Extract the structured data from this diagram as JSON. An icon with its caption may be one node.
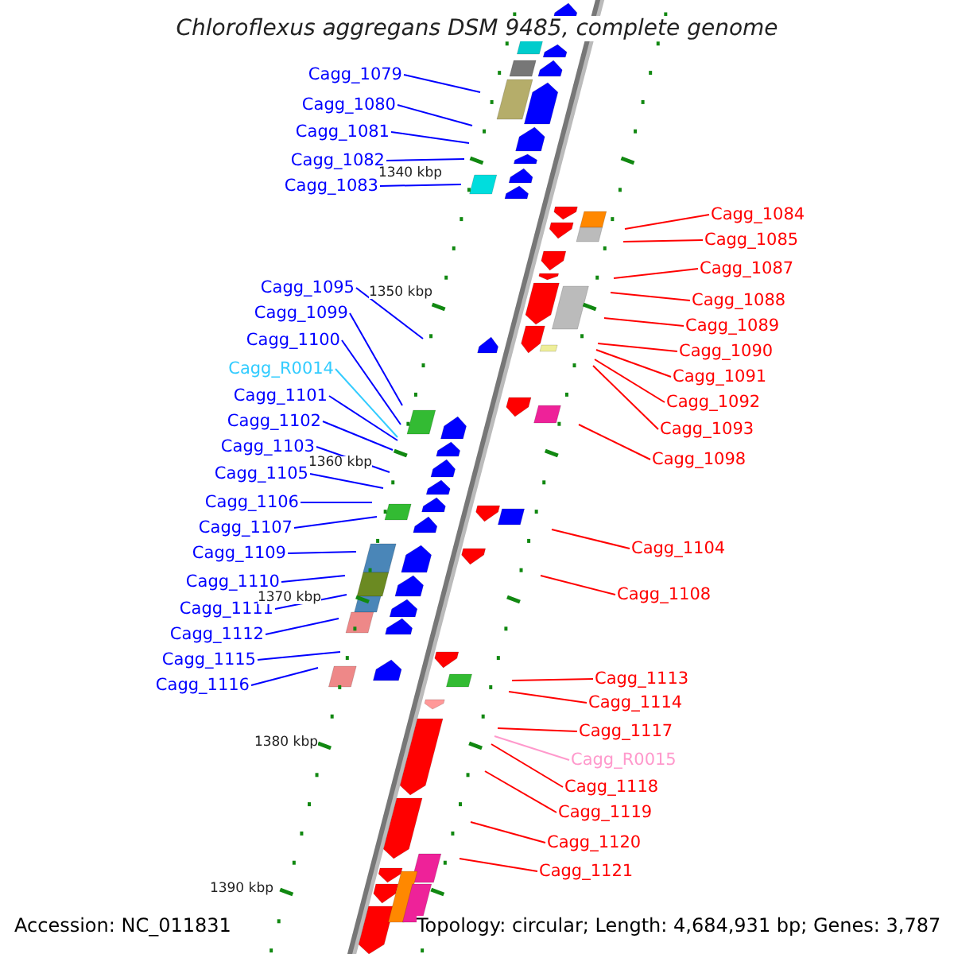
{
  "diagram": {
    "title": "Chloroflexus aggregans DSM 9485, complete genome",
    "nodes": [
      {
        "text": [
          "Cagg_1079"
        ]
      },
      {
        "text": [
          "Cagg_1080"
        ]
      },
      {
        "text": [
          "Cagg_1081"
        ]
      },
      {
        "text": [
          "Cagg_1082"
        ]
      },
      {
        "text": [
          "Cagg_1083"
        ]
      },
      {
        "text": [
          "Cagg_1095"
        ]
      },
      {
        "text": [
          "Cagg_1099"
        ]
      },
      {
        "text": [
          "Cagg_1100"
        ]
      },
      {
        "text": [
          "Cagg_R0014"
        ]
      },
      {
        "text": [
          "Cagg_1101"
        ]
      },
      {
        "text": [
          "Cagg_1102"
        ]
      },
      {
        "text": [
          "Cagg_1103"
        ]
      },
      {
        "text": [
          "Cagg_1105"
        ]
      },
      {
        "text": [
          "Cagg_1106"
        ]
      },
      {
        "text": [
          "Cagg_1107"
        ]
      },
      {
        "text": [
          "Cagg_1109"
        ]
      },
      {
        "text": [
          "Cagg_1110"
        ]
      },
      {
        "text": [
          "Cagg_1111"
        ]
      },
      {
        "text": [
          "Cagg_1112"
        ]
      },
      {
        "text": [
          "Cagg_1115"
        ]
      },
      {
        "text": [
          "Cagg_1116"
        ]
      },
      {
        "text": [
          "Cagg_1084"
        ]
      },
      {
        "text": [
          "Cagg_1085"
        ]
      },
      {
        "text": [
          "Cagg_1087"
        ]
      },
      {
        "text": [
          "Cagg_1088"
        ]
      },
      {
        "text": [
          "Cagg_1089"
        ]
      },
      {
        "text": [
          "Cagg_1090"
        ]
      },
      {
        "text": [
          "Cagg_1091"
        ]
      },
      {
        "text": [
          "Cagg_1092"
        ]
      },
      {
        "text": [
          "Cagg_1093"
        ]
      },
      {
        "text": [
          "Cagg_1098"
        ]
      },
      {
        "text": [
          "Cagg_1104"
        ]
      },
      {
        "text": [
          "Cagg_1108"
        ]
      },
      {
        "text": [
          "Cagg_1113"
        ]
      },
      {
        "text": [
          "Cagg_1114"
        ]
      },
      {
        "text": [
          "Cagg_1117"
        ]
      },
      {
        "text": [
          "Cagg_R0015"
        ]
      },
      {
        "text": [
          "Cagg_1118"
        ]
      },
      {
        "text": [
          "Cagg_1119"
        ]
      },
      {
        "text": [
          "Cagg_1120"
        ]
      },
      {
        "text": [
          "Cagg_1121"
        ]
      }
    ],
    "edges": [
      {
        "from": 0,
        "to": null,
        "arrow": "none"
      },
      {
        "from": 1,
        "to": null,
        "arrow": "none"
      },
      {
        "from": 2,
        "to": null,
        "arrow": "none"
      },
      {
        "from": 3,
        "to": null,
        "arrow": "none"
      },
      {
        "from": 4,
        "to": null,
        "arrow": "none"
      },
      {
        "from": 5,
        "to": null,
        "arrow": "none"
      },
      {
        "from": 6,
        "to": null,
        "arrow": "none"
      },
      {
        "from": 7,
        "to": null,
        "arrow": "none"
      },
      {
        "from": 8,
        "to": null,
        "arrow": "none",
        "color": "#33ccff"
      },
      {
        "from": 9,
        "to": null,
        "arrow": "none"
      },
      {
        "from": 10,
        "to": null,
        "arrow": "none"
      },
      {
        "from": 11,
        "to": null,
        "arrow": "none"
      },
      {
        "from": 12,
        "to": null,
        "arrow": "none"
      },
      {
        "from": 13,
        "to": null,
        "arrow": "none"
      },
      {
        "from": 14,
        "to": null,
        "arrow": "none"
      },
      {
        "from": 15,
        "to": null,
        "arrow": "none"
      },
      {
        "from": 16,
        "to": null,
        "arrow": "none"
      },
      {
        "from": 17,
        "to": null,
        "arrow": "none"
      },
      {
        "from": 18,
        "to": null,
        "arrow": "none"
      },
      {
        "from": 19,
        "to": null,
        "arrow": "none"
      },
      {
        "from": 20,
        "to": null,
        "arrow": "none"
      },
      {
        "from": 21,
        "to": null,
        "arrow": "none",
        "color": "#ff0000"
      },
      {
        "from": 22,
        "to": null,
        "arrow": "none",
        "color": "#ff0000"
      },
      {
        "from": 23,
        "to": null,
        "arrow": "none",
        "color": "#ff0000"
      },
      {
        "from": 24,
        "to": null,
        "arrow": "none",
        "color": "#ff0000"
      },
      {
        "from": 25,
        "to": null,
        "arrow": "none",
        "color": "#ff0000"
      },
      {
        "from": 26,
        "to": null,
        "arrow": "none",
        "color": "#ff0000"
      },
      {
        "from": 27,
        "to": null,
        "arrow": "none",
        "color": "#ff0000"
      },
      {
        "from": 28,
        "to": null,
        "arrow": "none",
        "color": "#ff0000"
      },
      {
        "from": 29,
        "to": null,
        "arrow": "none",
        "color": "#ff0000"
      },
      {
        "from": 30,
        "to": null,
        "arrow": "none",
        "color": "#ff0000"
      },
      {
        "from": 31,
        "to": null,
        "arrow": "none",
        "color": "#ff0000"
      },
      {
        "from": 32,
        "to": null,
        "arrow": "none",
        "color": "#ff0000"
      },
      {
        "from": 33,
        "to": null,
        "arrow": "none",
        "color": "#ff0000"
      },
      {
        "from": 34,
        "to": null,
        "arrow": "none",
        "color": "#ff0000"
      },
      {
        "from": 35,
        "to": null,
        "arrow": "none",
        "color": "#ff0000"
      },
      {
        "from": 36,
        "to": null,
        "arrow": "none",
        "color": "#ff99cc"
      },
      {
        "from": 37,
        "to": null,
        "arrow": "none",
        "color": "#ff0000"
      },
      {
        "from": 38,
        "to": null,
        "arrow": "none",
        "color": "#ff0000"
      },
      {
        "from": 39,
        "to": null,
        "arrow": "none",
        "color": "#ff0000"
      },
      {
        "from": 40,
        "to": null,
        "arrow": "none",
        "color": "#ff0000"
      }
    ],
    "labels": [
      "1340 kbp",
      "1350 kbp",
      "1360 kbp",
      "1370 kbp",
      "1380 kbp",
      "1390 kbp",
      "Accession: NC_011831",
      "Topology: circular; Length: 4,684,931 bp; Genes: 3,787"
    ]
  }
}
